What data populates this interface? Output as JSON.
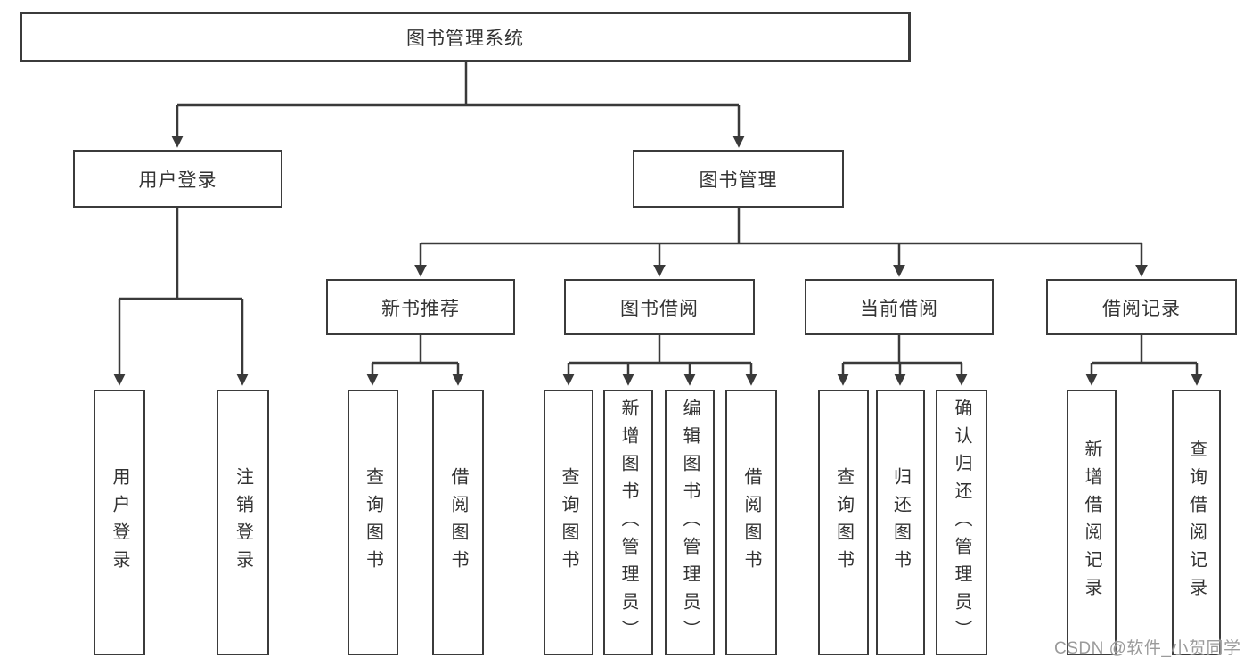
{
  "tree": {
    "label": "图书管理系统",
    "children": [
      {
        "label": "用户登录",
        "children": [
          {
            "label": "用户登录"
          },
          {
            "label": "注销登录"
          }
        ]
      },
      {
        "label": "图书管理",
        "children": [
          {
            "label": "新书推荐",
            "children": [
              {
                "label": "查询图书"
              },
              {
                "label": "借阅图书"
              }
            ]
          },
          {
            "label": "图书借阅",
            "children": [
              {
                "label": "查询图书"
              },
              {
                "label": "新增图书（管理员）"
              },
              {
                "label": "编辑图书（管理员）"
              },
              {
                "label": "借阅图书"
              }
            ]
          },
          {
            "label": "当前借阅",
            "children": [
              {
                "label": "查询图书"
              },
              {
                "label": "归还图书"
              },
              {
                "label": "确认归还（管理员）"
              }
            ]
          },
          {
            "label": "借阅记录",
            "children": [
              {
                "label": "新增借阅记录"
              },
              {
                "label": "查询借阅记录"
              }
            ]
          }
        ]
      }
    ]
  },
  "watermark": {
    "text": "CSDN @软件_小贺同学"
  },
  "colors": {
    "box_border": "#3b3b3b",
    "connector": "#3a3a3a",
    "text": "#333333",
    "watermark_text": "#9b9b9b",
    "background": "#ffffff"
  }
}
